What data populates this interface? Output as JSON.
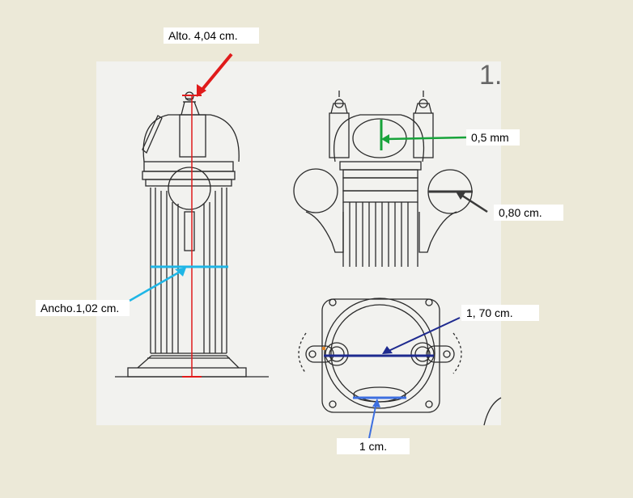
{
  "page_number": "1.",
  "labels": {
    "height": "Alto. 4,04 cm.",
    "width": "Ancho.1,02 cm.",
    "dome_window": "0,5 mm",
    "globe": "0,80 cm.",
    "base_span": "1, 70 cm.",
    "base_hole": "1 cm."
  },
  "colors": {
    "height": "#E01B1B",
    "width": "#1FB6E6",
    "dome_window": "#17A33A",
    "globe": "#3A3A3A",
    "base_span": "#1E2A8F",
    "base_hole": "#3D6FE0",
    "drawing": "#2B2B2B",
    "background": "#ECE9D8"
  }
}
